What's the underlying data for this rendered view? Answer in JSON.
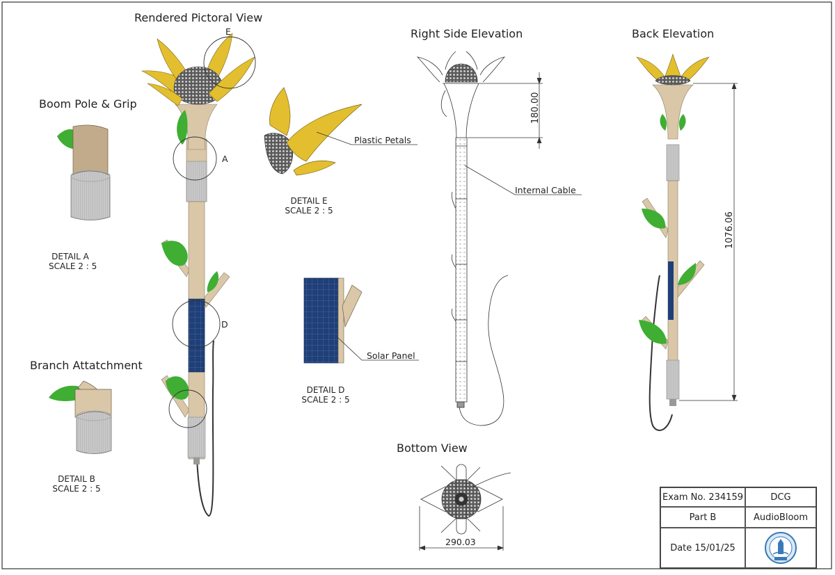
{
  "views": {
    "pictorial": "Rendered Pictoral View",
    "right_side": "Right Side Elevation",
    "back": "Back Elevation",
    "bottom": "Bottom View",
    "boom_pole": "Boom Pole & Grip",
    "branch": "Branch Attatchment"
  },
  "details": {
    "a": {
      "name": "DETAIL A",
      "scale": "SCALE 2 : 5"
    },
    "b": {
      "name": "DETAIL B",
      "scale": "SCALE 2 : 5"
    },
    "d": {
      "name": "DETAIL D",
      "scale": "SCALE 2 : 5"
    },
    "e": {
      "name": "DETAIL E",
      "scale": "SCALE 2 : 5"
    }
  },
  "detail_markers": {
    "a": "A",
    "d": "D",
    "e": "E"
  },
  "callouts": {
    "plastic_petals": "Plastic Petals",
    "internal_cable": "Internal Cable",
    "solar_panel": "Solar Panel"
  },
  "dimensions": {
    "head_height": "180.00",
    "total_height": "1076.06",
    "bottom_width": "290.03"
  },
  "title_block": {
    "exam": "Exam No. 234159",
    "subject": "DCG",
    "part": "Part B",
    "product": "AudioBloom",
    "date": "Date 15/01/25",
    "crest_icon": "school-crest-icon"
  },
  "colors": {
    "pole": "#d9c7a8",
    "petal": "#e3bf2f",
    "leaf": "#3fae33",
    "solar": "#1f3f78",
    "grip": "#c8c8c8"
  }
}
